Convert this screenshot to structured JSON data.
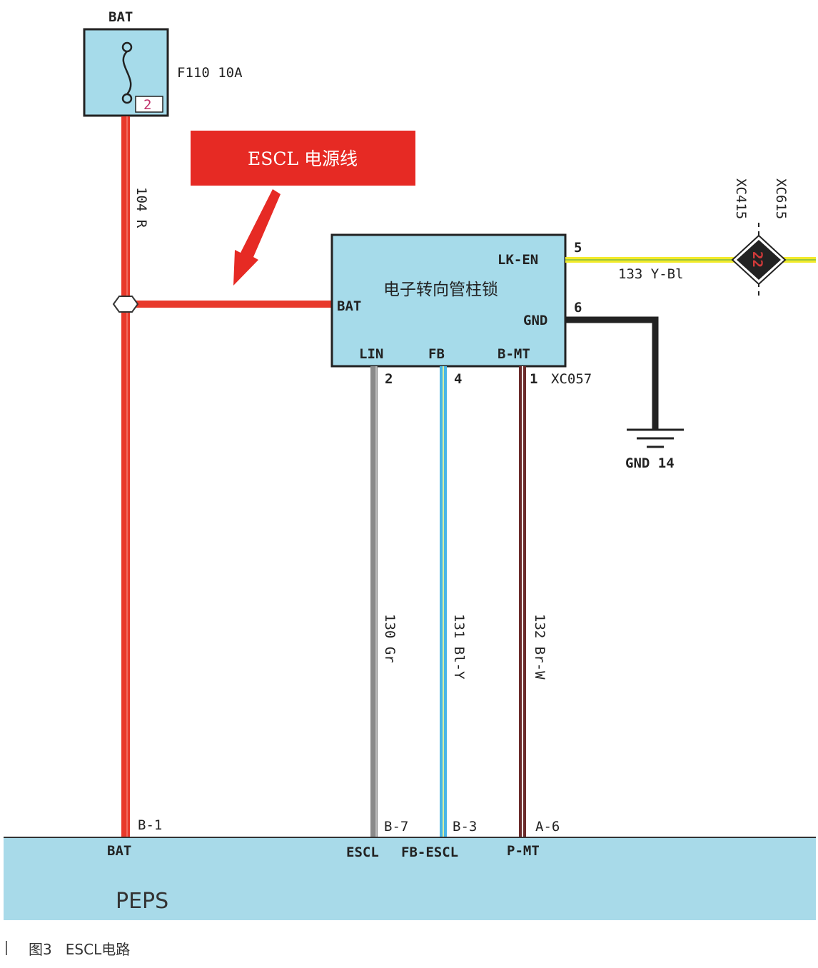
{
  "fuse": {
    "top_label": "BAT",
    "name": "F110 10A",
    "pin": "2"
  },
  "callout": {
    "text": "ESCL 电源线"
  },
  "wires": {
    "power": "104 R",
    "lin": "130 Gr",
    "fb": "131 Bl-Y",
    "bmt": "132 Br-W",
    "lk_en": "133 Y-Bl"
  },
  "escl_module": {
    "title": "电子转向管柱锁",
    "pins": {
      "lk_en": "LK-EN",
      "bat": "BAT",
      "gnd": "GND",
      "lin": "LIN",
      "fb": "FB",
      "bmt": "B-MT"
    },
    "pin_numbers": {
      "lk_en": "5",
      "gnd": "6",
      "lin": "2",
      "fb": "4",
      "bmt": "1"
    },
    "connector": "XC057"
  },
  "splice": {
    "left": "XC415",
    "right": "XC615",
    "number": "22"
  },
  "ground": {
    "label": "GND 14"
  },
  "peps": {
    "name": "PEPS",
    "pins": {
      "bat": "B-1",
      "escl": "B-7",
      "fb_escl": "B-3",
      "p_mt": "A-6"
    },
    "labels": {
      "bat": "BAT",
      "escl": "ESCL",
      "fb_escl": "FB-ESCL",
      "p_mt": "P-MT"
    }
  },
  "caption": {
    "text": "图3   ESCL电路"
  },
  "colors": {
    "red_wire": "#e8392b",
    "module_fill": "#a6dbea",
    "peps_fill": "#a8dae9",
    "callout_fill": "#e62a24",
    "gray_wire": "#8a8a8a",
    "blue_wire": "#49b6e6",
    "brown_wire": "#6b2b2b",
    "yellow_wire": "#f2ea2a"
  }
}
